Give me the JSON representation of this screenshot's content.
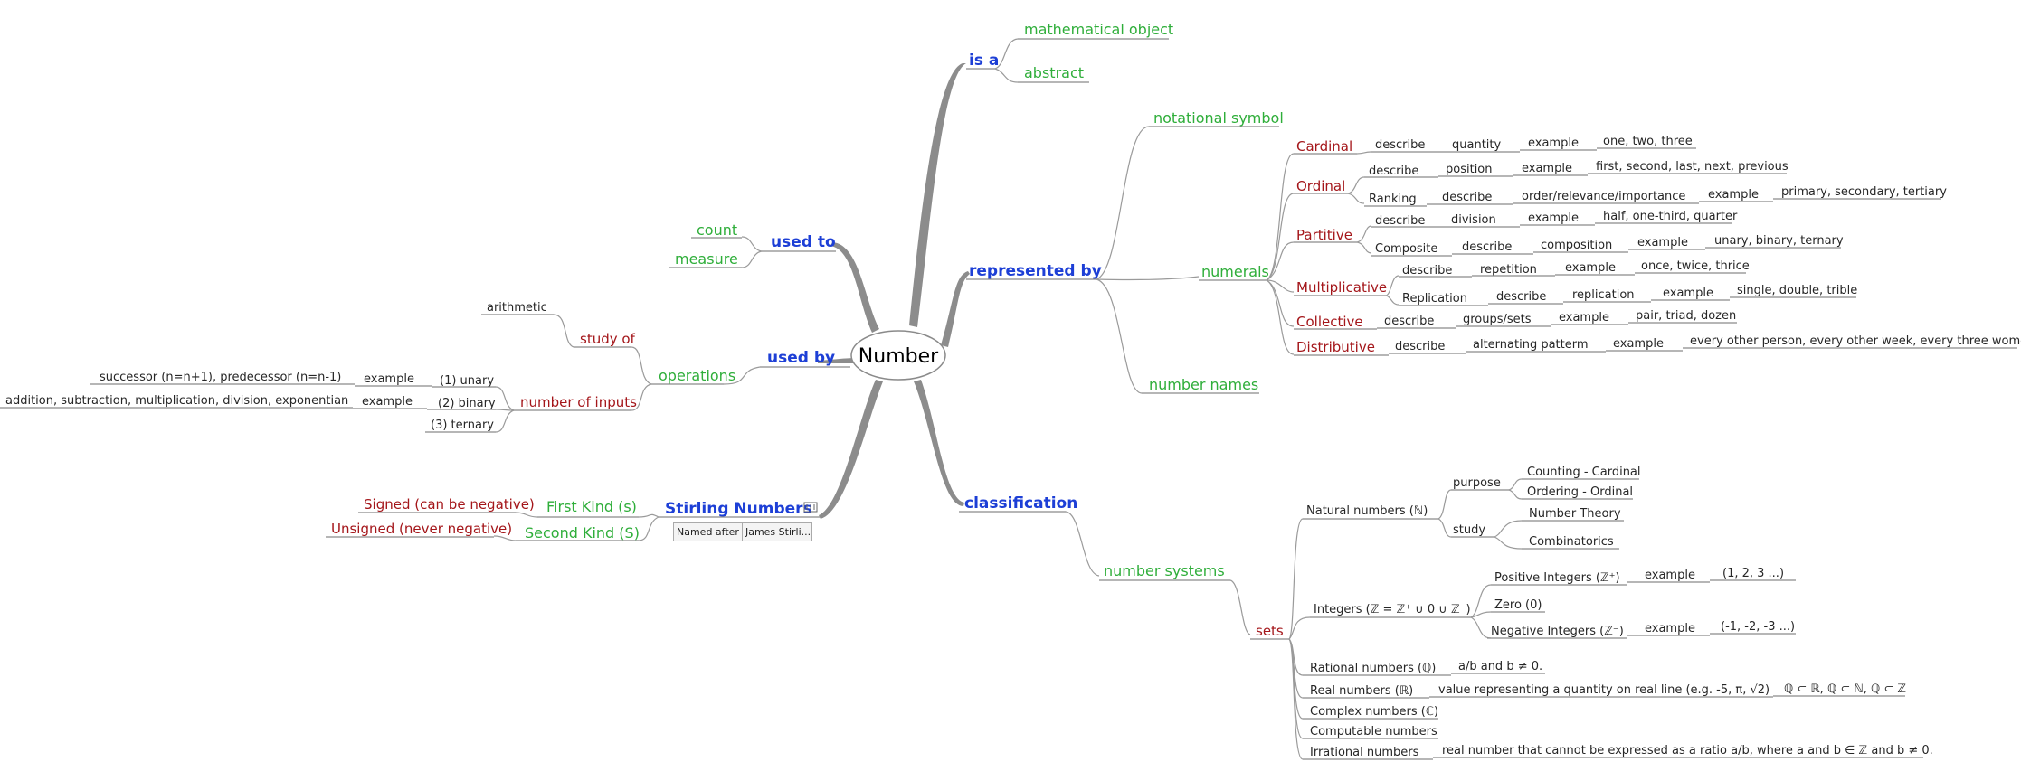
{
  "center": "Number",
  "branches": {
    "is_a": {
      "label": "is a",
      "children": [
        "mathematical object",
        "abstract"
      ]
    },
    "represented_by": {
      "label": "represented by",
      "notational_symbol": "notational symbol",
      "numerals": "numerals",
      "number_names": "number names",
      "cardinal": {
        "label": "Cardinal",
        "path": [
          "describe",
          "quantity",
          "example",
          "one, two, three"
        ]
      },
      "ordinal": {
        "label": "Ordinal",
        "path1": [
          "describe",
          "position",
          "example",
          "first, second, last, next, previous"
        ],
        "path2": [
          "Ranking",
          "describe",
          "order/relevance/importance",
          "example",
          "primary, secondary, tertiary"
        ]
      },
      "partitive": {
        "label": "Partitive",
        "path1": [
          "describe",
          "division",
          "example",
          "half, one-third, quarter"
        ],
        "path2": [
          "Composite",
          "describe",
          "composition",
          "example",
          "unary, binary, ternary"
        ]
      },
      "multiplicative": {
        "label": "Multiplicative",
        "path1": [
          "describe",
          "repetition",
          "example",
          "once, twice, thrice"
        ],
        "path2": [
          "Replication",
          "describe",
          "replication",
          "example",
          "single, double, trible"
        ]
      },
      "collective": {
        "label": "Collective",
        "path": [
          "describe",
          "groups/sets",
          "example",
          "pair, triad, dozen"
        ]
      },
      "distributive": {
        "label": "Distributive",
        "path": [
          "describe",
          "alternating patterm",
          "example",
          "every other person, every other week, every three women"
        ]
      }
    },
    "used_to": {
      "label": "used to",
      "children": [
        "count",
        "measure"
      ]
    },
    "used_by": {
      "label": "used by",
      "operations": "operations",
      "study_of": "study of",
      "arithmetic": "arithmetic",
      "number_of_inputs": "number of inputs",
      "unary": "(1) unary",
      "unary_example": "example",
      "unary_value": "successor (n=n+1), predecessor (n=n-1)",
      "binary": "(2) binary",
      "binary_example": "example",
      "binary_value": "addition, subtraction, multiplication, division, exponentian",
      "ternary": "(3) ternary"
    },
    "stirling": {
      "label": "Stirling Numbers",
      "first_kind": "First Kind (s)",
      "first_kind_desc": "Signed (can be negative)",
      "second_kind": "Second Kind (S)",
      "second_kind_desc": "Unsigned (never negative)",
      "note": [
        "Named after",
        "James Stirli..."
      ]
    },
    "classification": {
      "label": "classification",
      "number_systems": "number systems",
      "sets": "sets",
      "natural": "Natural numbers (ℕ)",
      "purpose": "purpose",
      "purpose_items": [
        "Counting - Cardinal",
        "Ordering - Ordinal"
      ],
      "study": "study",
      "study_items": [
        "Number Theory",
        "Combinatorics"
      ],
      "integers": "Integers (ℤ = ℤ⁺ ∪ 0 ∪ ℤ⁻)",
      "positive": "Positive Integers (ℤ⁺)",
      "positive_example": "example",
      "positive_value": "(1, 2, 3 ...)",
      "zero": "Zero (0)",
      "negative": "Negative Integers (ℤ⁻)",
      "negative_example": "example",
      "negative_value": "(-1, -2, -3 ...)",
      "rational": "Rational numbers (ℚ)",
      "rational_def": "a/b and b ≠ 0.",
      "real": "Real numbers (ℝ)",
      "real_def": "value representing a quantity on real line (e.g. -5, π, √2)",
      "real_rel": "ℚ ⊂ ℝ, ℚ ⊂ ℕ, ℚ ⊂ ℤ",
      "complex": "Complex numbers (ℂ)",
      "computable": "Computable numbers",
      "irrational": "Irrational numbers",
      "irrational_def": "real number that cannot be expressed as a ratio a/b, where a and b ∈ ℤ and b ≠ 0."
    }
  },
  "colors": {
    "main_branch": "#1d3fd6",
    "secondary": "#2fae3a",
    "tertiary": "#a4161a",
    "leaf": "#262626"
  },
  "icons": {
    "stirling_note": "attachment-icon"
  }
}
